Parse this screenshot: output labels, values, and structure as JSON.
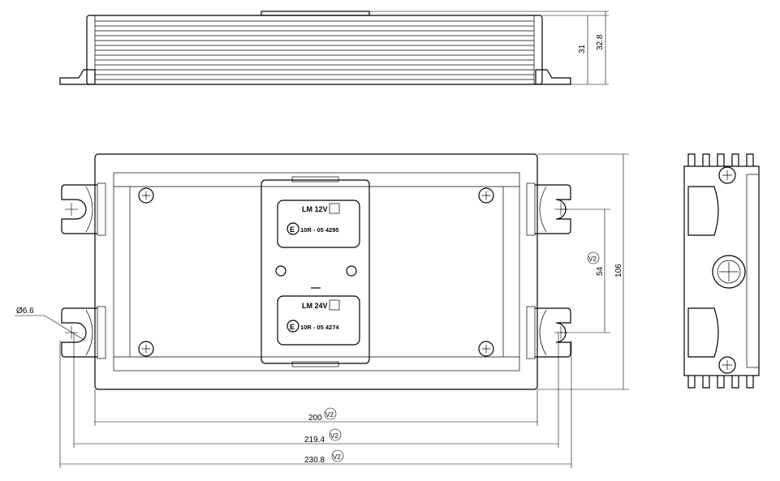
{
  "dimensions": {
    "height_body": "31",
    "height_total": "32.8",
    "height_front": "106",
    "hole_spacing": "54",
    "width_body": "200",
    "width_holes": "219.4",
    "width_total": "230.8",
    "hole_diameter": "Ø6.6",
    "revision_mark": "V2"
  },
  "labels": [
    {
      "model": "LM 12V",
      "approval_mark": "E",
      "approval_number": "10R - 05  4295"
    },
    {
      "model": "LM 24V",
      "approval_mark": "E",
      "approval_number": "10R - 05  4274"
    }
  ]
}
